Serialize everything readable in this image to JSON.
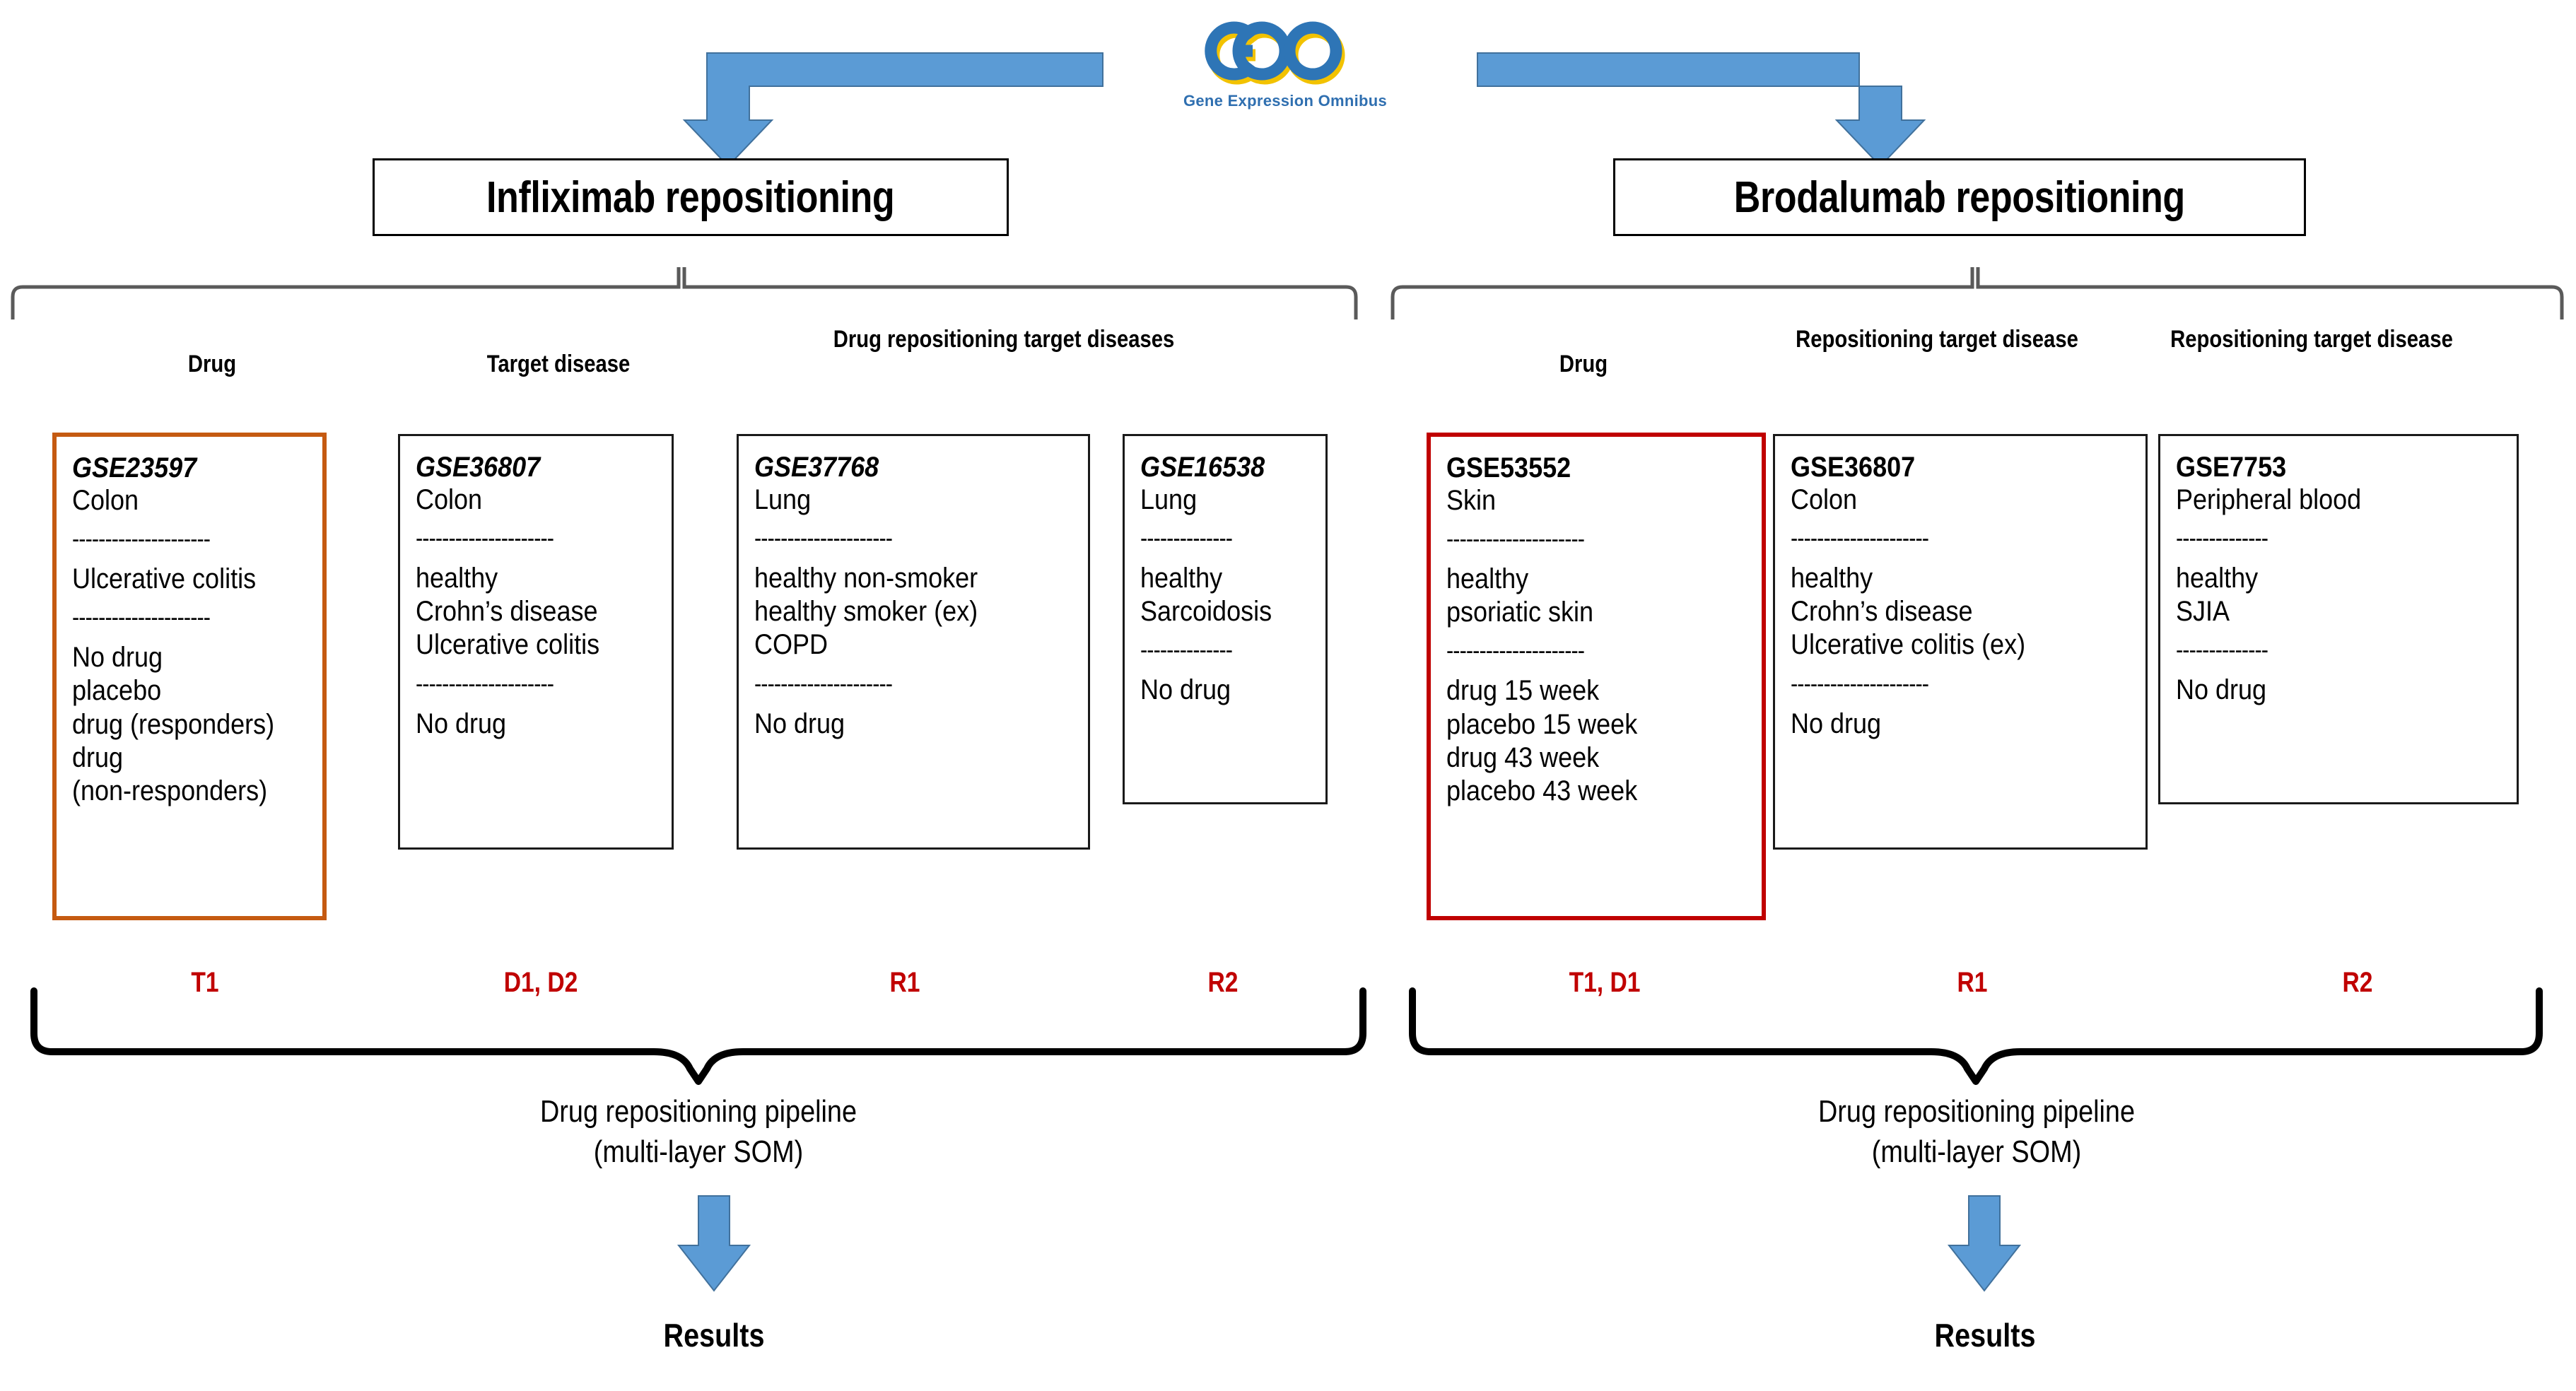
{
  "logo": {
    "name": "GEO",
    "caption": "Gene Expression Omnibus"
  },
  "panels": [
    {
      "id": "infliximab",
      "title": "Infliximab repositioning",
      "headers": [
        {
          "label": "Drug"
        },
        {
          "label": "Target disease"
        },
        {
          "label": "Drug repositioning  target diseases"
        }
      ],
      "boxes": [
        {
          "accession": "GSE23597",
          "italic": true,
          "highlight": "orange",
          "border_color": "#C55A11",
          "tissue": "Colon",
          "conditions": [
            "Ulcerative colitis"
          ],
          "treatments": [
            "No drug",
            "placebo",
            "drug (responders)",
            "drug",
            "(non-responders)"
          ]
        },
        {
          "accession": "GSE36807",
          "italic": true,
          "highlight": "none",
          "border_color": "#1a1a1a",
          "tissue": "Colon",
          "conditions": [
            "healthy",
            "Crohn’s disease",
            "Ulcerative colitis"
          ],
          "treatments": [
            "No drug"
          ]
        },
        {
          "accession": "GSE37768",
          "italic": true,
          "highlight": "none",
          "border_color": "#1a1a1a",
          "tissue": "Lung",
          "conditions": [
            "healthy non-smoker",
            "healthy smoker (ex)",
            "COPD"
          ],
          "treatments": [
            "No drug"
          ]
        },
        {
          "accession": "GSE16538",
          "italic": true,
          "highlight": "none",
          "border_color": "#1a1a1a",
          "tissue": "Lung",
          "conditions": [
            "healthy",
            "Sarcoidosis"
          ],
          "treatments": [
            "No drug"
          ]
        }
      ],
      "stages": [
        "T1",
        "D1, D2",
        "R1",
        "R2"
      ],
      "pipeline_line1": "Drug repositioning pipeline",
      "pipeline_line2": "(multi-layer SOM)",
      "results": "Results"
    },
    {
      "id": "brodalumab",
      "title": "Brodalumab repositioning",
      "headers": [
        {
          "label": "Drug"
        },
        {
          "label": "Repositioning target disease"
        },
        {
          "label": "Repositioning target disease"
        }
      ],
      "boxes": [
        {
          "accession": "GSE53552",
          "italic": false,
          "highlight": "red",
          "border_color": "#C00000",
          "tissue": "Skin",
          "conditions": [
            "healthy",
            "psoriatic skin"
          ],
          "treatments": [
            "drug 15 week",
            "placebo 15 week",
            "drug 43 week",
            "placebo 43 week"
          ]
        },
        {
          "accession": "GSE36807",
          "italic": false,
          "highlight": "none",
          "border_color": "#1a1a1a",
          "tissue": "Colon",
          "conditions": [
            "healthy",
            "Crohn’s disease",
            "Ulcerative colitis (ex)"
          ],
          "treatments": [
            "No drug"
          ]
        },
        {
          "accession": "GSE7753",
          "italic": false,
          "highlight": "none",
          "border_color": "#1a1a1a",
          "tissue": "Peripheral blood",
          "conditions": [
            "healthy",
            "SJIA"
          ],
          "treatments": [
            "No drug"
          ]
        }
      ],
      "stages": [
        "T1, D1",
        "R1",
        "R2"
      ],
      "pipeline_line1": "Drug repositioning pipeline",
      "pipeline_line2": "(multi-layer SOM)",
      "results": "Results"
    }
  ],
  "separator": "---------------------",
  "separator_short": "--------------",
  "colors": {
    "arrow_blue": "#5B9BD5",
    "arrow_blue_stroke": "#41719C",
    "stage_red": "#C00000",
    "highlight_orange": "#C55A11",
    "logo_blue": "#2E75B6",
    "logo_gold": "#F2C200"
  }
}
